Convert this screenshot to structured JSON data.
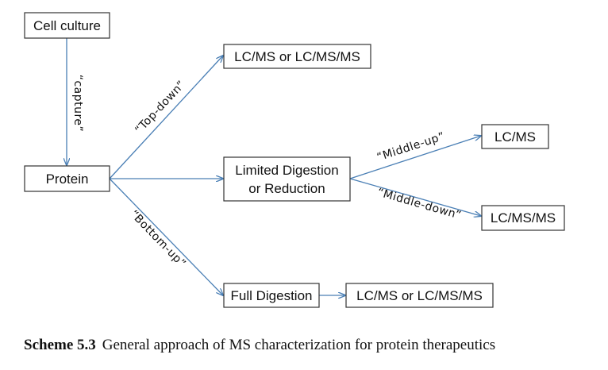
{
  "nodes": {
    "cell_culture": "Cell culture",
    "protein": "Protein",
    "lcms_top": "LC/MS or LC/MS/MS",
    "limited_line1": "Limited Digestion",
    "limited_line2": "or Reduction",
    "lcms_middle_up": "LC/MS",
    "lcmsms_middle_down": "LC/MS/MS",
    "full_digestion": "Full Digestion",
    "lcms_bottom": "LC/MS or LC/MS/MS"
  },
  "edge_labels": {
    "capture": "“capture”",
    "top_down": "“Top-down”",
    "middle_up": "“Middle-up”",
    "middle_down": "“Middle-down”",
    "bottom_up": "“Bottom-up”"
  },
  "caption": {
    "label": "Scheme 5.3",
    "text": "General approach of MS characterization for protein therapeutics"
  },
  "colors": {
    "arrow": "#4a7fb5",
    "box_border": "#333333"
  }
}
